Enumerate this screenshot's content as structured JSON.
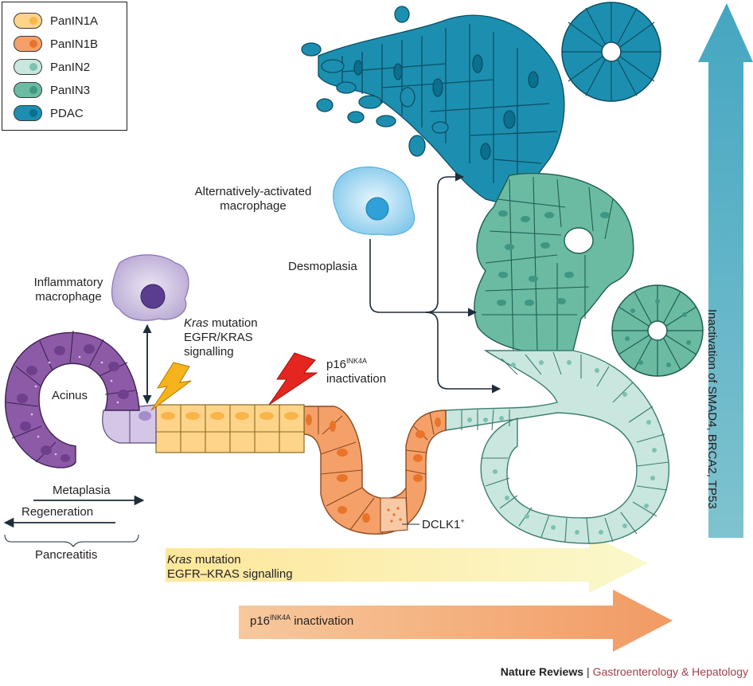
{
  "legend": [
    {
      "label": "PanIN1A",
      "color": "#fdd48a",
      "dot": "#f9b54a"
    },
    {
      "label": "PanIN1B",
      "color": "#f5a068",
      "dot": "#e8742a"
    },
    {
      "label": "PanIN2",
      "color": "#c9e7df",
      "dot": "#7fc0b3"
    },
    {
      "label": "PanIN3",
      "color": "#6bbba3",
      "dot": "#3f9683"
    },
    {
      "label": "PDAC",
      "color": "#1b8fb1",
      "dot": "#0b6f8e"
    }
  ],
  "labels": {
    "alt_macrophage": "Alternatively-activated macrophage",
    "desmoplasia": "Desmoplasia",
    "inflam_macrophage": "Inflammatory macrophage",
    "kras_italic": "Kras",
    "kras_rest": " mutation",
    "egfr_kras": "EGFR/KRAS",
    "signalling": "signalling",
    "p16": "p16",
    "p16_sup": "INK4A",
    "inactivation": "inactivation",
    "acinus": "Acinus",
    "metaplasia": "Metaplasia",
    "regeneration": "Regeneration",
    "pancreatitis": "Pancreatitis",
    "dclk1": "DCLK1",
    "dclk1_sup": "+",
    "arrow1_kras_italic": "Kras",
    "arrow1_kras_rest": " mutation",
    "arrow1_line2": "EGFR–KRAS signalling",
    "arrow2_p16": "p16",
    "arrow2_sup": "INK4A",
    "arrow2_rest": " inactivation",
    "vertical": "Inactivation of SMAD4, BRCA2, TP53"
  },
  "footer": {
    "journal": "Nature Reviews",
    "separator": "|",
    "subject": "Gastroenterology & Hepatology"
  }
}
